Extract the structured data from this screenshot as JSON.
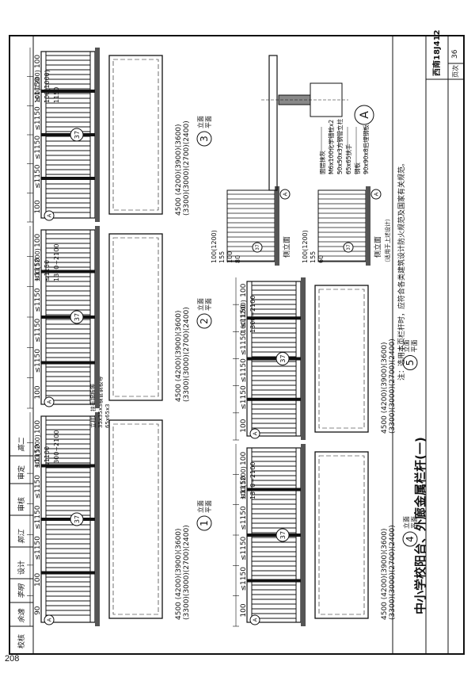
{
  "page_number": "208",
  "atlas_code": "西南18J412",
  "page_label": "页次",
  "page_value": "36",
  "title": "中小学校阳台、外廊金属栏杆(一)",
  "note": "注：选用本页栏杆时，应符合各类建筑设计防火规范及国家有关规范。",
  "signatures": {
    "check": "校核",
    "design": "设计",
    "review": "审核",
    "approve": "审定",
    "names": [
      "余逸",
      "李明",
      "郭江",
      "高二"
    ]
  },
  "detail_a": {
    "marker": "A",
    "callouts": [
      "面层抹灰",
      "M6x100化学锚栓x2",
      "50x50x3方钢管立柱",
      "65x65扶手",
      "钢板",
      "90x90x8后埋钢板"
    ]
  },
  "variants": [
    {
      "number": "1",
      "caption_top": "立面",
      "caption_bottom": "平面",
      "top_dims": [
        "90",
        "100",
        "≤1150",
        "≤1150",
        "≤1150",
        "≤1150",
        "100"
      ],
      "total_dims": "4500 (4200)(3900)(3600)",
      "total_dims2": "(3300)(3000)(2700)(2400)",
      "height_dims": [
        "100(1200)",
        "≤1100",
        "1300~2100"
      ],
      "labels": [
        "立柱、扶手钢板等",
        "35x35x3横管钢板等",
        "65x65x3"
      ]
    },
    {
      "number": "2",
      "caption_top": "立面",
      "caption_bottom": "平面",
      "top_dims": [
        "100",
        "≤1150",
        "≤1150",
        "≤1150",
        "≤1150",
        "100"
      ],
      "total_dims": "4500 (4200)(3900)(3600)",
      "total_dims2": "(3300)(3000)(2700)(2400)",
      "height_dims": [
        "100(1200)",
        "≤1150",
        "1300~2100"
      ],
      "labels": []
    },
    {
      "number": "3",
      "caption_top": "立面",
      "caption_bottom": "平面",
      "top_dims": [
        "100",
        "≤1150",
        "≤1150",
        "≤1150",
        "≤1150",
        "100"
      ],
      "total_dims": "4500 (4200)(3900)(3600)",
      "total_dims2": "(3300)(3000)(2700)(2400)",
      "height_dims": [
        "100(1200)",
        "100(1000)",
        "1150"
      ],
      "labels": []
    },
    {
      "number": "4",
      "caption_top": "立面",
      "caption_bottom": "平面",
      "top_dims": [
        "100",
        "≤1150",
        "≤1150",
        "≤1150",
        "≤1150",
        "100"
      ],
      "total_dims": "4500 (4200)(3900)(3600)",
      "total_dims2": "(3300)(3000)(2700)(2400)",
      "height_dims": [
        "100(1200)",
        "1300~2100"
      ],
      "labels": []
    },
    {
      "number": "5",
      "caption_top": "立面",
      "caption_bottom": "平面",
      "top_dims": [
        "100",
        "≤1150",
        "≤1150",
        "≤1150",
        "≤1150",
        "100"
      ],
      "total_dims": "4500 (4200)(3900)(3600)",
      "total_dims2": "(3300)(3000)(2700)(2400)",
      "height_dims": [
        "100(1200)",
        "1300~2100"
      ],
      "labels": []
    }
  ],
  "side_elevations": [
    {
      "caption": "侧立面",
      "sub": "",
      "dims": [
        "100(1200)",
        "155",
        "100",
        "80"
      ]
    },
    {
      "caption": "侧立面",
      "sub": "（适用于上述设计）",
      "dims": [
        "100(1200)",
        "155",
        "60"
      ]
    }
  ],
  "section_markers": [
    "A",
    "A",
    "A",
    "A",
    "A",
    "A",
    "A"
  ],
  "detail_mark": "37"
}
